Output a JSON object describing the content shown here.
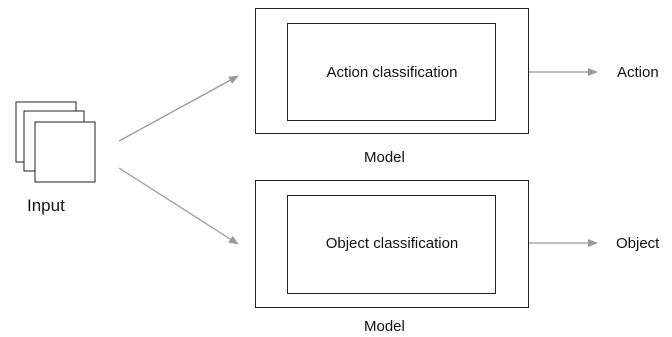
{
  "input": {
    "label": "Input"
  },
  "top_branch": {
    "inner_label": "Action classification",
    "model_label": "Model",
    "output_label": "Action"
  },
  "bottom_branch": {
    "inner_label": "Object classification",
    "model_label": "Model",
    "output_label": "Object"
  },
  "colors": {
    "box_stroke": "#222222",
    "arrow": "#999999"
  }
}
